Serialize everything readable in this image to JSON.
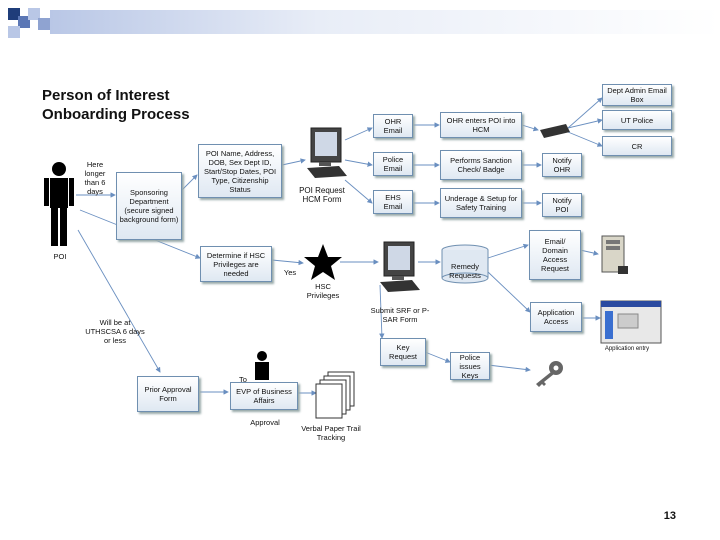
{
  "title": {
    "line1": "Person of Interest",
    "line2": "Onboarding Process"
  },
  "page_number": "13",
  "colors": {
    "accent_dark": "#1f3d7a",
    "accent_mid": "#5b77b5",
    "accent_light": "#b9c7e6",
    "box_border": "#6f8fb0",
    "arrow": "#6a8fc0"
  },
  "nodes": {
    "poi_label": "POI",
    "here_longer": "Here longer than 6 days",
    "sponsoring": "Sponsoring Department (secure signed background form)",
    "poi_name": "POI Name, Address, DOB, Sex Dept ID, Start/Stop Dates, POI Type, Citizenship Status",
    "poi_request": "POI Request HCM Form",
    "ohr_email": "OHR Email",
    "ohr_enters": "OHR enters POI into HCM",
    "police_email": "Police Email",
    "performs_sanction": "Performs Sanction Check/ Badge",
    "notify_ohr": "Notify OHR",
    "ehs_email": "EHS Email",
    "underage": "Underage & Setup for Safety Training",
    "notify_poi": "Notify POI",
    "dept_admin": "Dept Admin Email Box",
    "ut_police": "UT Police",
    "cr": "CR",
    "determine_hsc": "Determine if HSC Privileges are needed",
    "yes": "Yes",
    "hsc_privileges": "HSC Privileges",
    "remedy": "Remedy Requests",
    "email_domain": "Email/ Domain Access Request",
    "submit_srf": "Submit SRF or P-SAR Form",
    "application_access": "Application Access",
    "application_entry": "Application entry",
    "key_request": "Key Request",
    "police_keys": "Police issues Keys",
    "will_be_at": "Will be at UTHSCSA 6 days or less",
    "prior_approval": "Prior Approval Form",
    "to": "To",
    "evp": "EVP of Business Affairs",
    "approval": "Approval",
    "verbal_paper": "Verbal Paper Trail Tracking"
  }
}
